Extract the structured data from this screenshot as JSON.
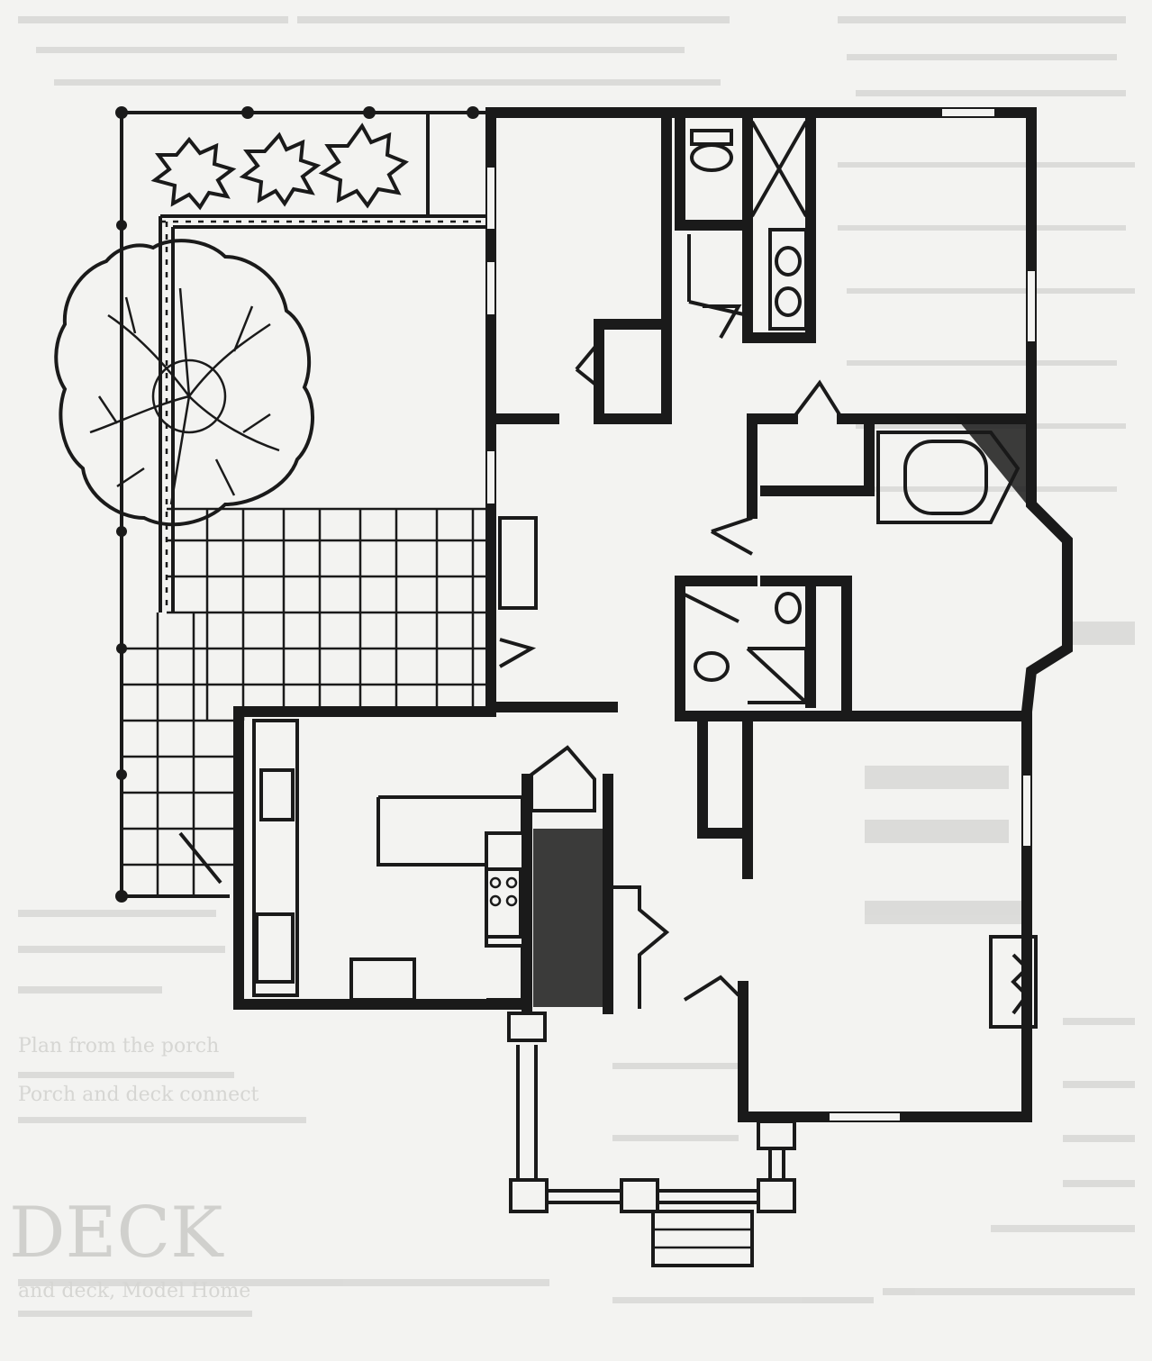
{
  "figure": {
    "kind": "architectural floor plan sketch",
    "ink_color": "#1a1a1a",
    "paper_color": "#f3f3f1",
    "bleed_through_color": "#c9c9c6"
  },
  "bleed_text": {
    "heading": "DECK",
    "caption_lines": [
      "Plan from the porch",
      "Porch and deck connect",
      "and deck, Model Home"
    ]
  }
}
